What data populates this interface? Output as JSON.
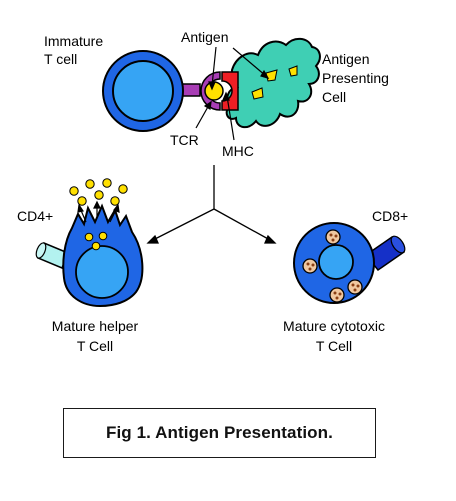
{
  "labels": {
    "immature_line1": "Immature",
    "immature_line2": "T cell",
    "antigen": "Antigen",
    "apc_line1": "Antigen",
    "apc_line2": "Presenting",
    "apc_line3": "Cell",
    "tcr": "TCR",
    "mhc": "MHC",
    "cd4": "CD4+",
    "cd8": "CD8+",
    "helper_line1": "Mature helper",
    "helper_line2": "T Cell",
    "cytotoxic_line1": "Mature cytotoxic",
    "cytotoxic_line2": "T Cell"
  },
  "caption": "Fig 1. Antigen Presentation.",
  "colors": {
    "t_cell": "#1f66e5",
    "nucleus": "#36a4f4",
    "apc": "#3fcfb4",
    "tcr": "#a83db5",
    "mhc": "#ee1f24",
    "antigen": "#ffe000",
    "cd4_receptor": "#b3f2f0",
    "cd8_receptor": "#1530c8",
    "granule": "#f0c8a0"
  }
}
